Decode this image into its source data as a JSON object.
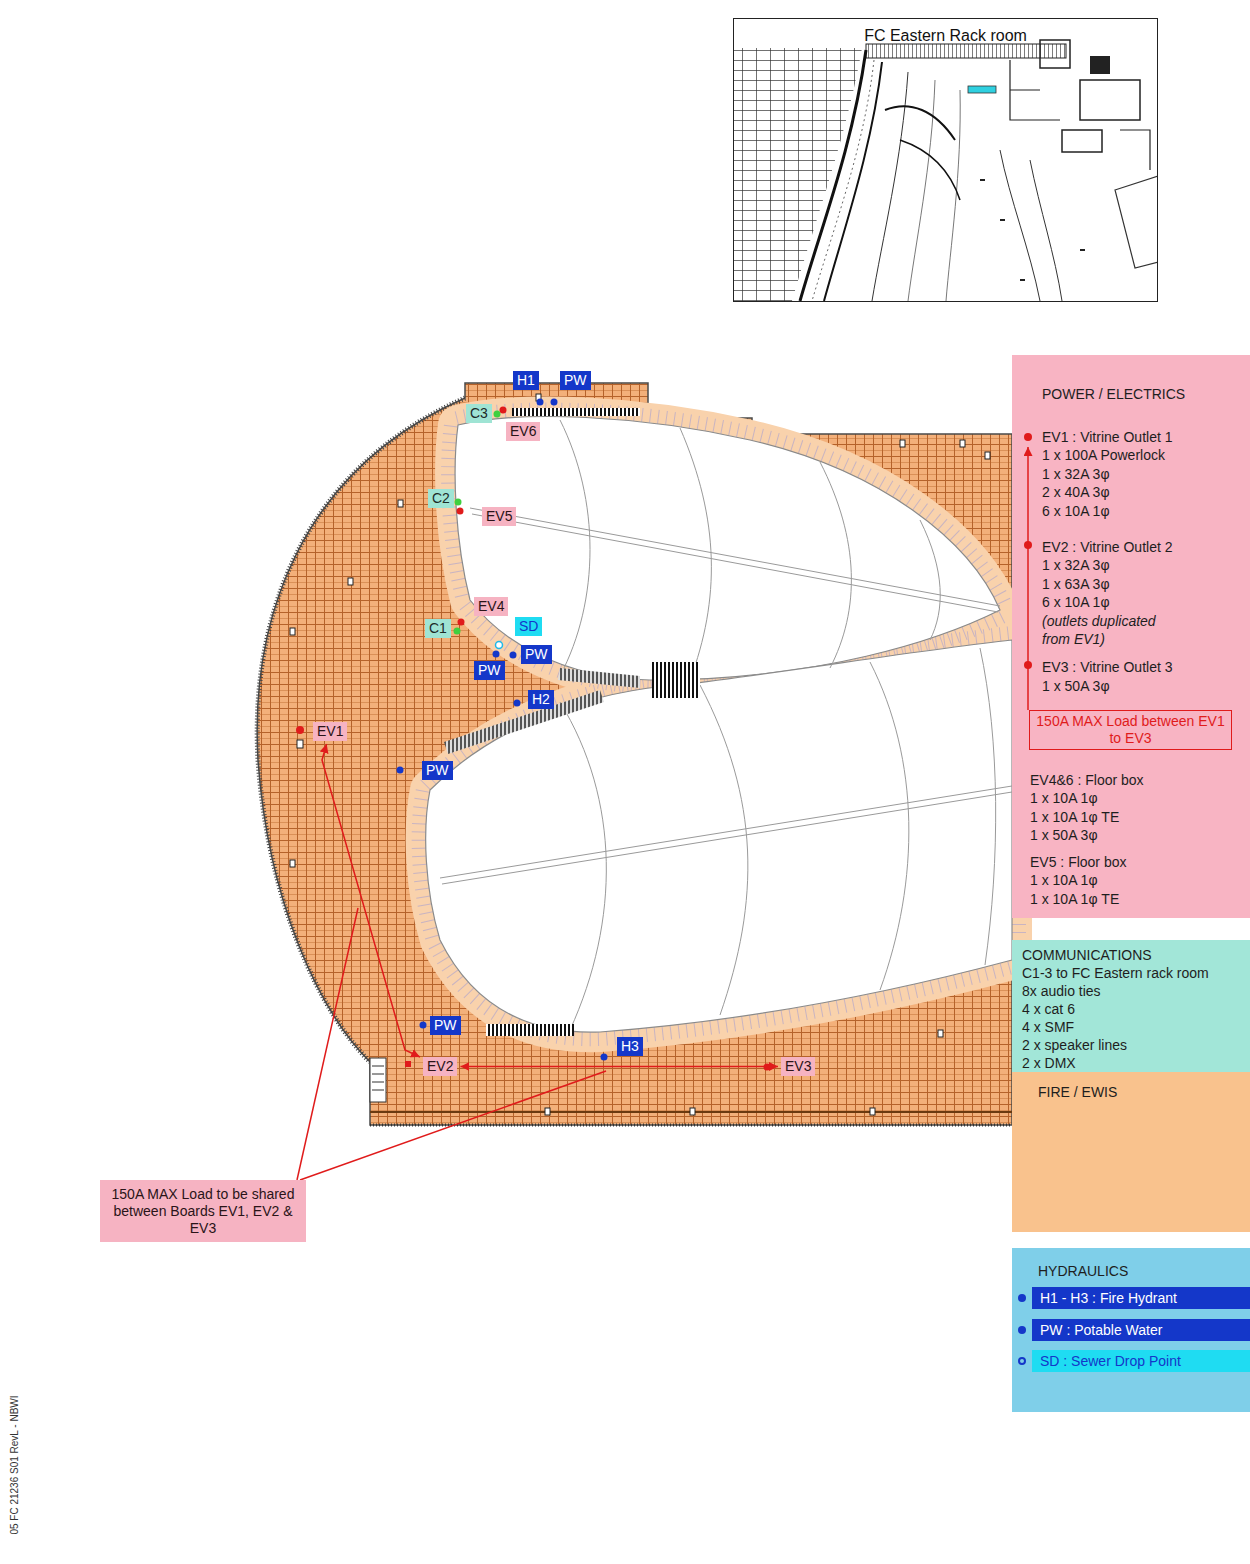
{
  "diagram": {
    "nodes": [
      {
        "text": [
          "FC Eastern Rack room"
        ]
      },
      {
        "text": [
          "H1"
        ]
      },
      {
        "text": [
          "PW"
        ]
      },
      {
        "text": [
          "C3"
        ]
      },
      {
        "text": [
          "EV6"
        ]
      },
      {
        "text": [
          "C2"
        ]
      },
      {
        "text": [
          "EV5"
        ]
      },
      {
        "text": [
          "EV4"
        ]
      },
      {
        "text": [
          "C1"
        ]
      },
      {
        "text": [
          "SD"
        ]
      },
      {
        "text": [
          "PW"
        ]
      },
      {
        "text": [
          "PW"
        ]
      },
      {
        "text": [
          "H2"
        ]
      },
      {
        "text": [
          "EV1"
        ]
      },
      {
        "text": [
          "PW"
        ]
      },
      {
        "text": [
          "PW"
        ]
      },
      {
        "text": [
          "H3"
        ]
      },
      {
        "text": [
          "EV2"
        ]
      },
      {
        "text": [
          "EV3"
        ]
      },
      {
        "text": [
          "150A MAX Load to be shared between Boards EV1, EV2 & EV3"
        ]
      },
      {
        "text": [
          "POWER / ELECTRICS",
          "EV1 : Vitrine Outlet 1",
          "1 x 100A Powerlock",
          "1 x 32A 3φ",
          "2 x 40A 3φ",
          "6 x 10A 1φ",
          "EV2 : Vitrine Outlet 2",
          "1 x 32A 3φ",
          "1 x 63A 3φ",
          "6 x 10A 1φ",
          "(outlets duplicated from EV1)",
          "EV3 : Vitrine Outlet 3",
          "1 x 50A 3φ",
          "EV4&6 : Floor box",
          "1 x 10A 1φ",
          "1 x 10A 1φ TE",
          "1 x 50A 3φ",
          "EV5 : Floor box",
          "1 x 10A 1φ",
          "1 x 10A 1φ TE"
        ]
      },
      {
        "text": [
          "150A MAX Load between EV1 to EV3"
        ],
        "in": 20
      },
      {
        "text": [
          "COMMUNICATIONS",
          "C1-3 to FC Eastern rack room",
          "8x audio ties",
          "4 x cat 6",
          "4 x SMF",
          "2 x speaker lines",
          "2 x DMX"
        ]
      },
      {
        "text": [
          "FIRE / EWIS"
        ]
      },
      {
        "text": [
          "HYDRAULICS"
        ]
      }
    ],
    "edges": [
      {
        "from": 13,
        "to": 17,
        "arrow": "both"
      },
      {
        "from": 17,
        "to": 18,
        "arrow": "both"
      }
    ],
    "labels": [
      "05 FC 21236 S01 RevL - NBWI"
    ],
    "legend": [
      {
        "text": "H1 - H3 : Fire Hydrant",
        "color": "#1437c9"
      },
      {
        "text": "PW : Potable Water",
        "color": "#1437c9"
      },
      {
        "text": "SD : Sewer Drop Point",
        "color": "#1fdcf2"
      }
    ]
  }
}
